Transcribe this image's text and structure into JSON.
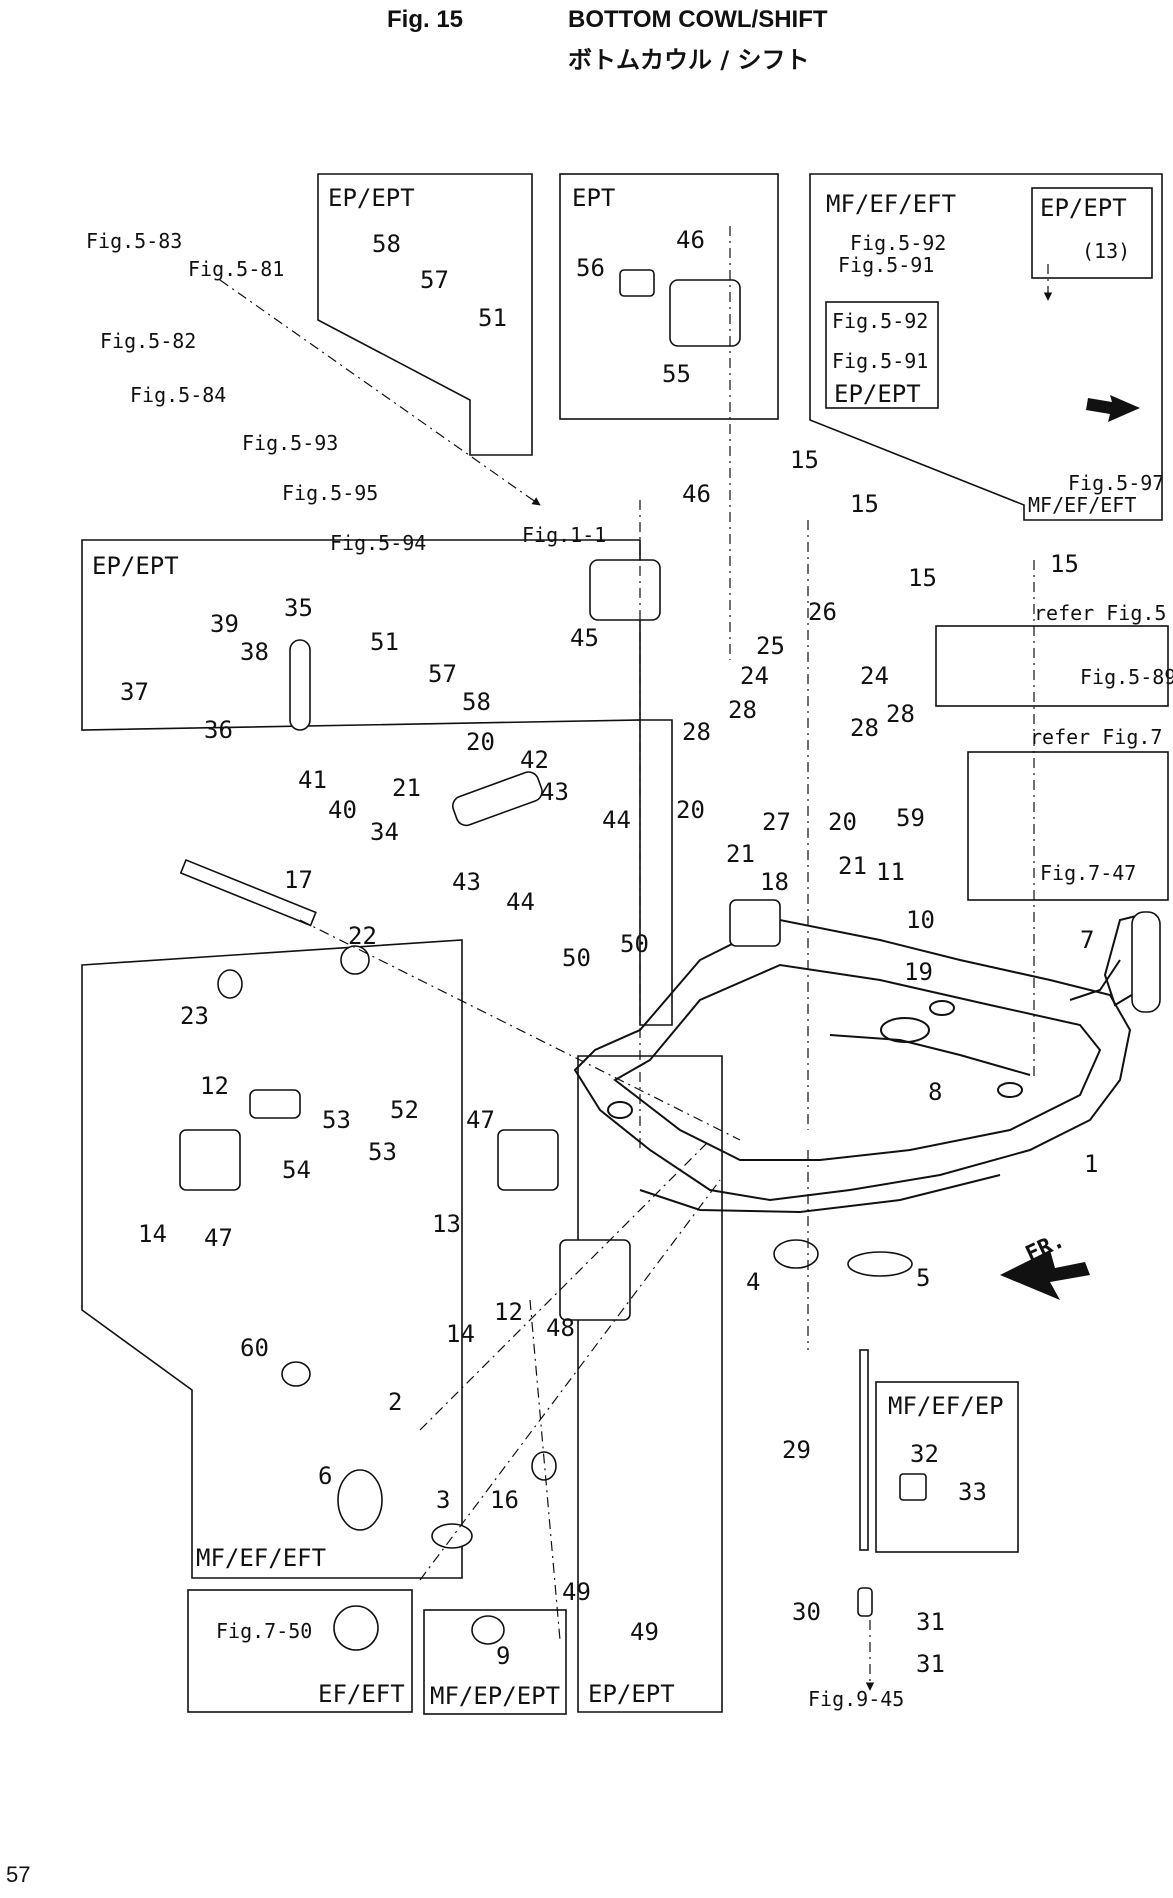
{
  "header": {
    "fig_label": "Fig. 15",
    "title": "BOTTOM COWL/SHIFT",
    "title_jp": "ボトムカウル / シフト"
  },
  "page_number": "57",
  "group_boxes": [
    {
      "id": "ep-ept-top",
      "label": "EP/EPT"
    },
    {
      "id": "ept-top",
      "label": "EPT"
    },
    {
      "id": "mf-ef-eft-top",
      "label": "MF/EF/EFT"
    },
    {
      "id": "ep-ept-small",
      "label": "EP/EPT"
    },
    {
      "id": "ep-ept-inner",
      "label": "EP/EPT"
    },
    {
      "id": "mf-ef-eft-bottom-label",
      "label": "MF/EF/EFT"
    },
    {
      "id": "ep-ept-left",
      "label": "EP/EPT"
    },
    {
      "id": "mf-ef-eft-left",
      "label": "MF/EF/EFT"
    },
    {
      "id": "ef-eft",
      "label": "EF/EFT"
    },
    {
      "id": "mf-ep-ept",
      "label": "MF/EP/EPT"
    },
    {
      "id": "ep-ept-bottom",
      "label": "EP/EPT"
    },
    {
      "id": "mf-ef-ep",
      "label": "MF/EF/EP"
    }
  ],
  "fig_refs": [
    "Fig.5-83",
    "Fig.5-81",
    "Fig.5-82",
    "Fig.5-84",
    "Fig.5-93",
    "Fig.5-95",
    "Fig.5-94",
    "Fig.1-1",
    "Fig.5-92",
    "Fig.5-91",
    "Fig.5-92",
    "Fig.5-91",
    "Fig.5-97",
    "refer Fig.5",
    "Fig.5-89",
    "refer Fig.7",
    "Fig.7-47",
    "Fig.7-50",
    "Fig.9-45",
    "(13)"
  ],
  "callouts": [
    "58",
    "57",
    "51",
    "46",
    "56",
    "55",
    "46",
    "15",
    "15",
    "15",
    "15",
    "45",
    "26",
    "25",
    "24",
    "24",
    "39",
    "35",
    "37",
    "38",
    "36",
    "51",
    "57",
    "58",
    "20",
    "41",
    "40",
    "21",
    "42",
    "43",
    "44",
    "34",
    "43",
    "44",
    "28",
    "28",
    "27",
    "20",
    "21",
    "18",
    "28",
    "28",
    "59",
    "20",
    "21",
    "11",
    "10",
    "19",
    "7",
    "17",
    "22",
    "50",
    "50",
    "23",
    "12",
    "52",
    "53",
    "53",
    "54",
    "47",
    "14",
    "47",
    "8",
    "1",
    "13",
    "12",
    "14",
    "48",
    "4",
    "5",
    "60",
    "2",
    "6",
    "16",
    "3",
    "29",
    "32",
    "33",
    "49",
    "49",
    "9",
    "30",
    "31",
    "31"
  ]
}
